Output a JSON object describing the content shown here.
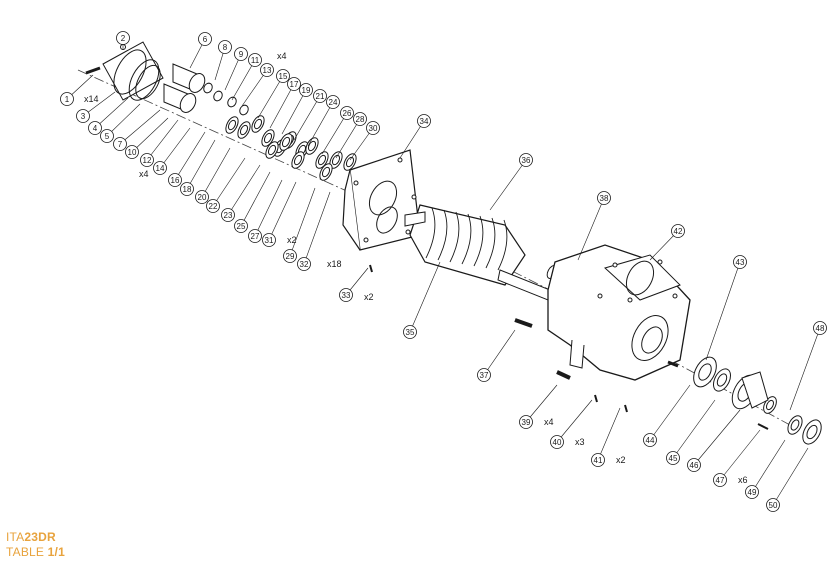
{
  "colors": {
    "line": "#1a1a1a",
    "dash": "#444444",
    "accent": "#e8a33d",
    "background": "#ffffff"
  },
  "caption": {
    "model_prefix": "ITA",
    "model_code": "23DR",
    "table_prefix": "TABLE ",
    "table_page": "1/1"
  },
  "callouts": [
    {
      "num": "1",
      "qty": "x14"
    },
    {
      "num": "2",
      "qty": ""
    },
    {
      "num": "3",
      "qty": ""
    },
    {
      "num": "4",
      "qty": ""
    },
    {
      "num": "5",
      "qty": ""
    },
    {
      "num": "6",
      "qty": ""
    },
    {
      "num": "7",
      "qty": ""
    },
    {
      "num": "8",
      "qty": ""
    },
    {
      "num": "9",
      "qty": ""
    },
    {
      "num": "10",
      "qty": ""
    },
    {
      "num": "11",
      "qty": "x4"
    },
    {
      "num": "12",
      "qty": "x4"
    },
    {
      "num": "13",
      "qty": ""
    },
    {
      "num": "14",
      "qty": ""
    },
    {
      "num": "15",
      "qty": ""
    },
    {
      "num": "16",
      "qty": ""
    },
    {
      "num": "17",
      "qty": ""
    },
    {
      "num": "18",
      "qty": ""
    },
    {
      "num": "19",
      "qty": ""
    },
    {
      "num": "20",
      "qty": ""
    },
    {
      "num": "21",
      "qty": ""
    },
    {
      "num": "22",
      "qty": ""
    },
    {
      "num": "23",
      "qty": ""
    },
    {
      "num": "24",
      "qty": ""
    },
    {
      "num": "25",
      "qty": ""
    },
    {
      "num": "26",
      "qty": ""
    },
    {
      "num": "27",
      "qty": ""
    },
    {
      "num": "28",
      "qty": ""
    },
    {
      "num": "29",
      "qty": ""
    },
    {
      "num": "30",
      "qty": ""
    },
    {
      "num": "31",
      "qty": "x2"
    },
    {
      "num": "32",
      "qty": "x18"
    },
    {
      "num": "33",
      "qty": "x2"
    },
    {
      "num": "34",
      "qty": ""
    },
    {
      "num": "35",
      "qty": ""
    },
    {
      "num": "36",
      "qty": ""
    },
    {
      "num": "37",
      "qty": ""
    },
    {
      "num": "38",
      "qty": ""
    },
    {
      "num": "39",
      "qty": "x4"
    },
    {
      "num": "40",
      "qty": "x3"
    },
    {
      "num": "41",
      "qty": "x2"
    },
    {
      "num": "42",
      "qty": ""
    },
    {
      "num": "43",
      "qty": ""
    },
    {
      "num": "44",
      "qty": ""
    },
    {
      "num": "45",
      "qty": ""
    },
    {
      "num": "46",
      "qty": ""
    },
    {
      "num": "47",
      "qty": "x6"
    },
    {
      "num": "48",
      "qty": ""
    },
    {
      "num": "49",
      "qty": ""
    },
    {
      "num": "50",
      "qty": ""
    }
  ]
}
